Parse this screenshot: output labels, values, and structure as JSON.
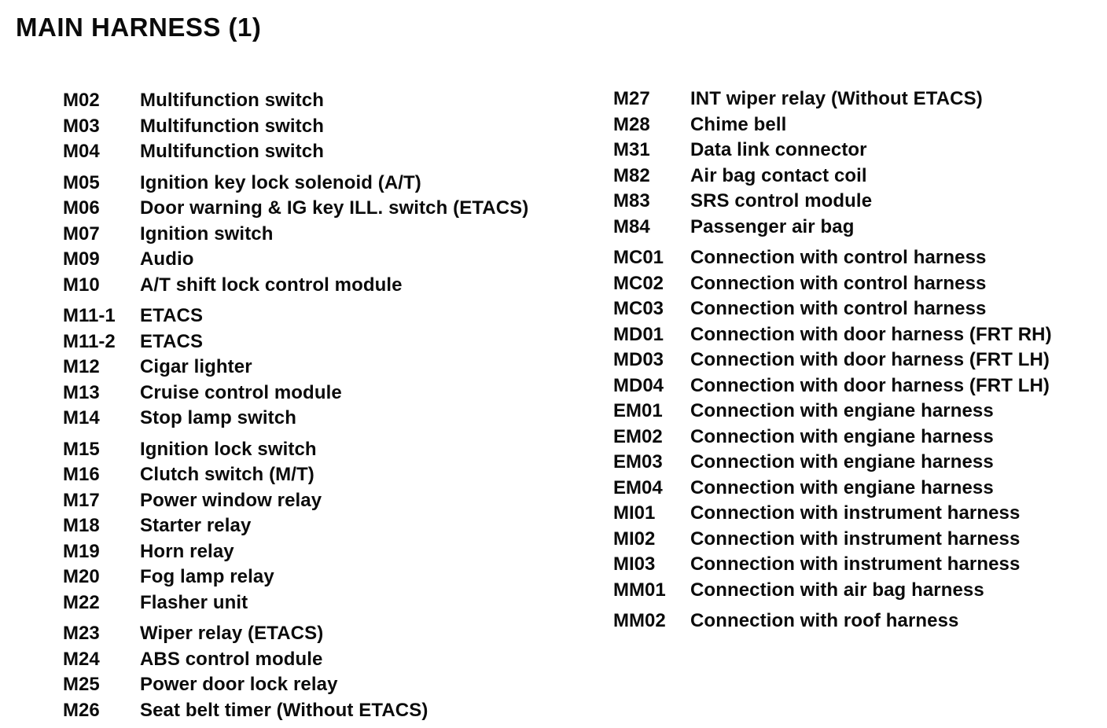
{
  "page_title": "MAIN HARNESS (1)",
  "legend": {
    "left_column": {
      "groups": [
        {
          "rows": [
            {
              "code": "M02",
              "description": "Multifunction switch"
            },
            {
              "code": "M03",
              "description": "Multifunction switch"
            },
            {
              "code": "M04",
              "description": "Multifunction switch"
            }
          ]
        },
        {
          "rows": [
            {
              "code": "M05",
              "description": "Ignition key lock solenoid (A/T)"
            },
            {
              "code": "M06",
              "description": "Door warning & IG key ILL. switch (ETACS)"
            },
            {
              "code": "M07",
              "description": "Ignition switch"
            },
            {
              "code": "M09",
              "description": "Audio"
            },
            {
              "code": "M10",
              "description": "A/T shift lock control module"
            }
          ]
        },
        {
          "rows": [
            {
              "code": "M11-1",
              "description": "ETACS"
            },
            {
              "code": "M11-2",
              "description": "ETACS"
            },
            {
              "code": "M12",
              "description": "Cigar lighter"
            },
            {
              "code": "M13",
              "description": "Cruise control module"
            },
            {
              "code": "M14",
              "description": "Stop lamp switch"
            }
          ]
        },
        {
          "rows": [
            {
              "code": "M15",
              "description": "Ignition lock switch"
            },
            {
              "code": "M16",
              "description": "Clutch switch (M/T)"
            },
            {
              "code": "M17",
              "description": "Power window relay"
            },
            {
              "code": "M18",
              "description": "Starter relay"
            },
            {
              "code": "M19",
              "description": "Horn relay"
            },
            {
              "code": "M20",
              "description": "Fog lamp relay"
            },
            {
              "code": "M22",
              "description": "Flasher unit"
            }
          ]
        },
        {
          "rows": [
            {
              "code": "M23",
              "description": "Wiper relay (ETACS)"
            },
            {
              "code": "M24",
              "description": "ABS control module"
            },
            {
              "code": "M25",
              "description": "Power door lock relay"
            },
            {
              "code": "M26",
              "description": "Seat belt timer (Without ETACS)"
            }
          ]
        }
      ]
    },
    "right_column": {
      "groups": [
        {
          "rows": [
            {
              "code": "M27",
              "description": "INT wiper relay (Without ETACS)"
            },
            {
              "code": "M28",
              "description": "Chime bell"
            },
            {
              "code": "M31",
              "description": "Data link connector"
            },
            {
              "code": "M82",
              "description": "Air bag contact coil"
            },
            {
              "code": "M83",
              "description": "SRS control module"
            },
            {
              "code": "M84",
              "description": "Passenger air bag"
            }
          ]
        },
        {
          "rows": [
            {
              "code": "MC01",
              "description": "Connection with control harness"
            },
            {
              "code": "MC02",
              "description": "Connection with control harness"
            },
            {
              "code": "MC03",
              "description": "Connection with control harness"
            },
            {
              "code": "MD01",
              "description": "Connection with door harness (FRT RH)"
            },
            {
              "code": "MD03",
              "description": "Connection with door harness (FRT LH)"
            },
            {
              "code": "MD04",
              "description": "Connection with door harness (FRT LH)"
            },
            {
              "code": "EM01",
              "description": "Connection with engiane harness"
            },
            {
              "code": "EM02",
              "description": "Connection with engiane harness"
            },
            {
              "code": "EM03",
              "description": "Connection with engiane harness"
            },
            {
              "code": "EM04",
              "description": "Connection with engiane harness"
            },
            {
              "code": "MI01",
              "description": "Connection with instrument harness"
            },
            {
              "code": "MI02",
              "description": "Connection with instrument harness"
            },
            {
              "code": "MI03",
              "description": "Connection with instrument harness"
            },
            {
              "code": "MM01",
              "description": "Connection with air bag harness"
            }
          ]
        },
        {
          "rows": [
            {
              "code": "MM02",
              "description": "Connection with roof harness"
            }
          ]
        }
      ]
    }
  }
}
